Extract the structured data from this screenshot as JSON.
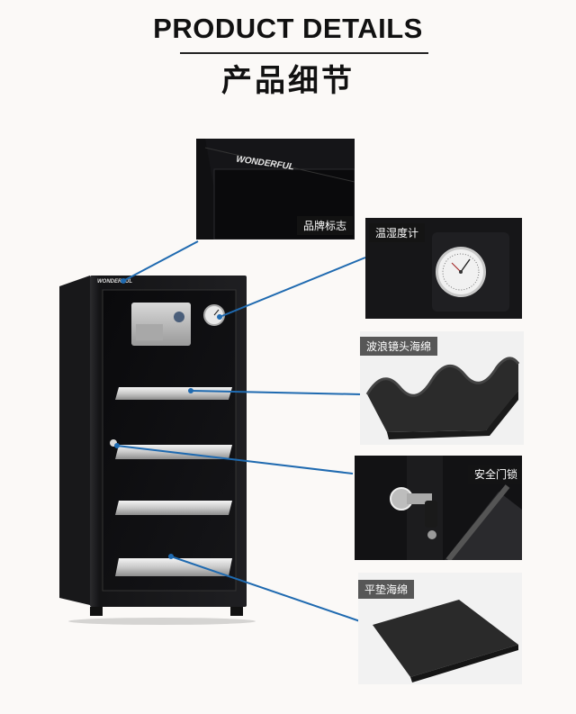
{
  "header": {
    "title_en": "PRODUCT  DETAILS",
    "title_zh": "产品细节"
  },
  "brand": {
    "logo_text": "WONDERFUL"
  },
  "details": [
    {
      "label": "品牌标志"
    },
    {
      "label": "温湿度计"
    },
    {
      "label": "波浪镜头海绵"
    },
    {
      "label": "安全门锁"
    },
    {
      "label": "平垫海绵"
    }
  ],
  "colors": {
    "background": "#fbf9f7",
    "callout_line": "#1f6ab0",
    "cabinet": "#1d1d1f",
    "tag_bg": "#2a2a2a"
  }
}
